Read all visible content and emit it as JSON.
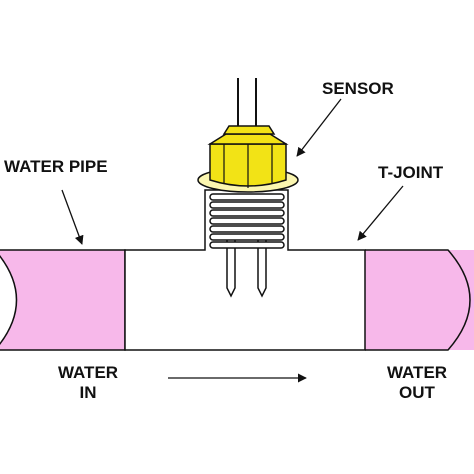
{
  "labels": {
    "sensor": "SENSOR",
    "water_pipe": "WATER PIPE",
    "t_joint": "T-JOINT",
    "water_in_line1": "WATER",
    "water_in_line2": "IN",
    "water_out_line1": "WATER",
    "water_out_line2": "OUT"
  },
  "colors": {
    "pipe_fill": "#f7b8ea",
    "sensor_head": "#f2e316",
    "sensor_washer": "#fbf6b0",
    "outline": "#111111",
    "t_joint_fill": "#ffffff"
  }
}
